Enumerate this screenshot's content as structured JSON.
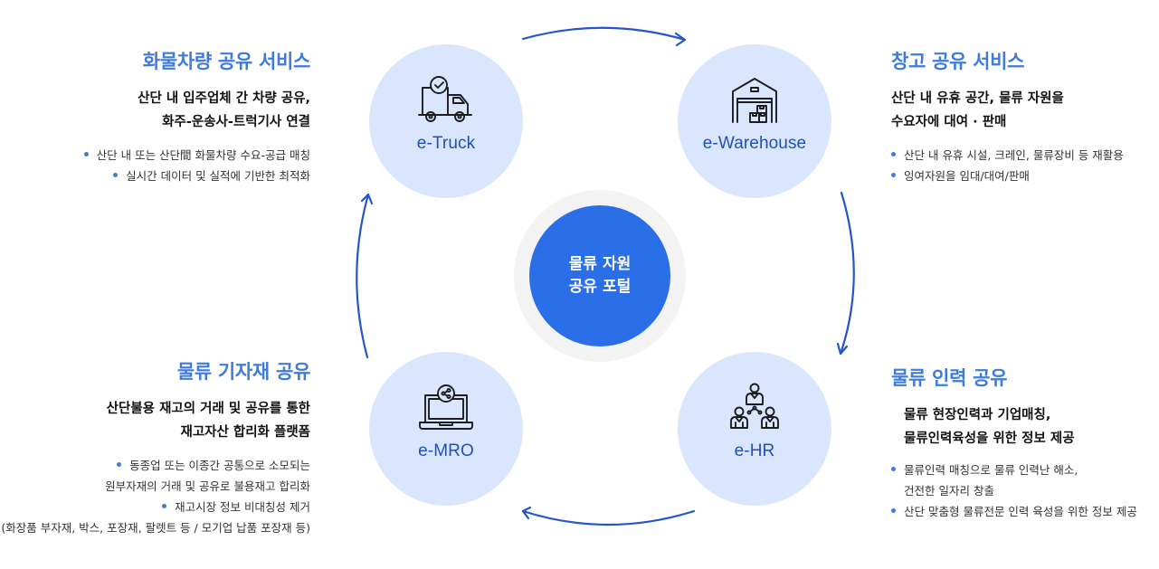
{
  "hub": {
    "line1": "물류 자원",
    "line2": "공유 포털"
  },
  "nodes": {
    "truck": {
      "label": "e-Truck",
      "icon": "truck-check-icon"
    },
    "warehouse": {
      "label": "e-Warehouse",
      "icon": "warehouse-icon"
    },
    "mro": {
      "label": "e-MRO",
      "icon": "laptop-share-icon"
    },
    "hr": {
      "label": "e-HR",
      "icon": "people-network-icon"
    }
  },
  "services": {
    "truck": {
      "title": "화물차량 공유 서비스",
      "lead": [
        "산단 내 입주업체 간 차량 공유,",
        "화주-운송사-트럭기사 연결"
      ],
      "bullets": [
        "산단 내 또는 산단間 화물차량 수요-공급 매칭",
        "실시간 데이터 및 실적에 기반한 최적화"
      ]
    },
    "warehouse": {
      "title": "창고 공유 서비스",
      "lead": [
        "산단 내 유휴 공간, 물류 자원을",
        "수요자에 대여 · 판매"
      ],
      "bullets": [
        "산단 내 유휴 시설, 크레인, 물류장비 등 재활용",
        "잉여자원을 임대/대여/판매"
      ]
    },
    "mro": {
      "title": "물류 기자재 공유",
      "lead": [
        "산단불용 재고의 거래 및 공유를 통한",
        "재고자산 합리화 플랫폼"
      ],
      "bullets": [
        "동종업 또는 이종간 공통으로 소모되는",
        "원부자재의 거래 및 공유로 불용재고 합리화",
        "재고시장 정보 비대칭성 제거",
        "(화장품 부자재, 박스, 포장재, 팔렛트 등 / 모기업 납품 포장재 등)"
      ]
    },
    "hr": {
      "title": "물류 인력 공유",
      "lead": [
        "물류 현장인력과 기업매칭,",
        "물류인력육성을 위한 정보 제공"
      ],
      "bullets": [
        "물류인력 매칭으로 물류 인력난 해소,",
        "건전한 일자리 창출",
        "산단 맞춤형 물류전문 인력 육성을 위한 정보 제공"
      ]
    }
  },
  "colors": {
    "accent": "#2a6ee8",
    "title_blue": "#3e7bdc",
    "node_fill": "#dae6fd",
    "node_label": "#1f4fba",
    "arrow": "#2456c9",
    "hub_ring": "#f3f3f4"
  }
}
